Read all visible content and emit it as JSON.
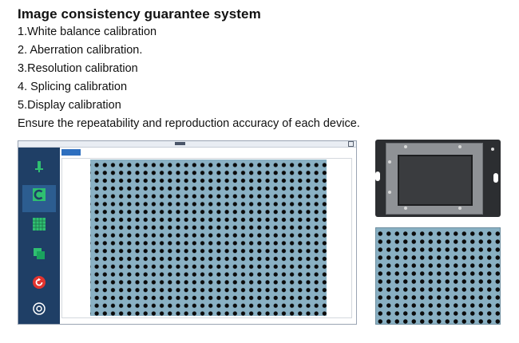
{
  "heading": "Image consistency guarantee system",
  "items": [
    "1.White balance calibration",
    "2. Aberration calibration.",
    "3.Resolution calibration",
    "4. Splicing calibration",
    "5.Display calibration"
  ],
  "summary": "Ensure the repeatability and reproduction accuracy of each device.",
  "app": {
    "sidebar": [
      {
        "icon": "pin-icon",
        "label": "",
        "active": false
      },
      {
        "icon": "calibration-c-icon",
        "label": "",
        "active": true
      },
      {
        "icon": "grid-icon",
        "label": "",
        "active": false
      },
      {
        "icon": "layers-icon",
        "label": "",
        "active": false
      },
      {
        "icon": "refresh-icon",
        "label": "",
        "active": false
      },
      {
        "icon": "settings-circle-icon",
        "label": "",
        "active": false
      }
    ],
    "colors": {
      "sidebar_bg": "#1f3f66",
      "active_item": "#2c5d90",
      "accent_green": "#2fbf71",
      "pattern_bg": "#8ab1c4"
    }
  }
}
